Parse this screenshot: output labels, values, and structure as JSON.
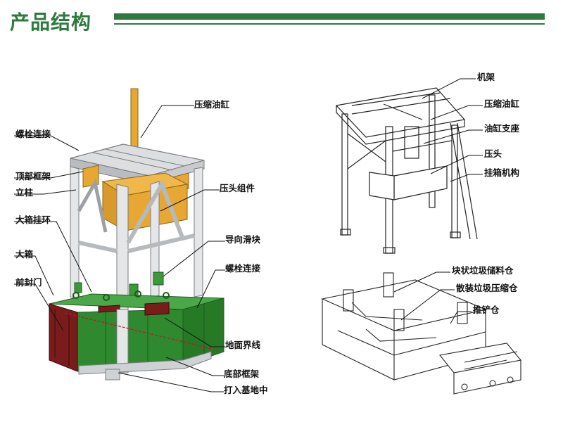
{
  "page": {
    "title": "产品结构"
  },
  "left_diagram": {
    "labels": {
      "bolt_top": "螺栓连接",
      "top_frame": "顶部框架",
      "column": "立柱",
      "big_box_ring": "大箱挂环",
      "big_box": "大箱",
      "front_door": "前封门",
      "cylinder": "压缩油缸",
      "press_head": "压头组件",
      "guide_slider": "导向滑块",
      "bolt_mid": "螺栓连接",
      "ground_line": "地面界线",
      "bottom_frame": "底部框架",
      "into_foundation": "打入基地中"
    }
  },
  "right_top_diagram": {
    "labels": {
      "frame": "机架",
      "cylinder": "压缩油缸",
      "cylinder_support": "油缸支座",
      "press_head": "压头",
      "box_hook": "挂箱机构"
    }
  },
  "right_bottom_diagram": {
    "labels": {
      "bulk_storage": "块状垃圾储料仓",
      "bulk_compress": "散装垃圾压缩仓",
      "push_shovel": "推铲仓"
    }
  },
  "colors": {
    "brand_green": "#2e7a3e",
    "frame_gray": "#d6d8da",
    "press_yellow": "#e6a733",
    "box_green": "#2f8a2f",
    "door_red": "#7a1c1c",
    "ground_line": "#c8102e"
  }
}
